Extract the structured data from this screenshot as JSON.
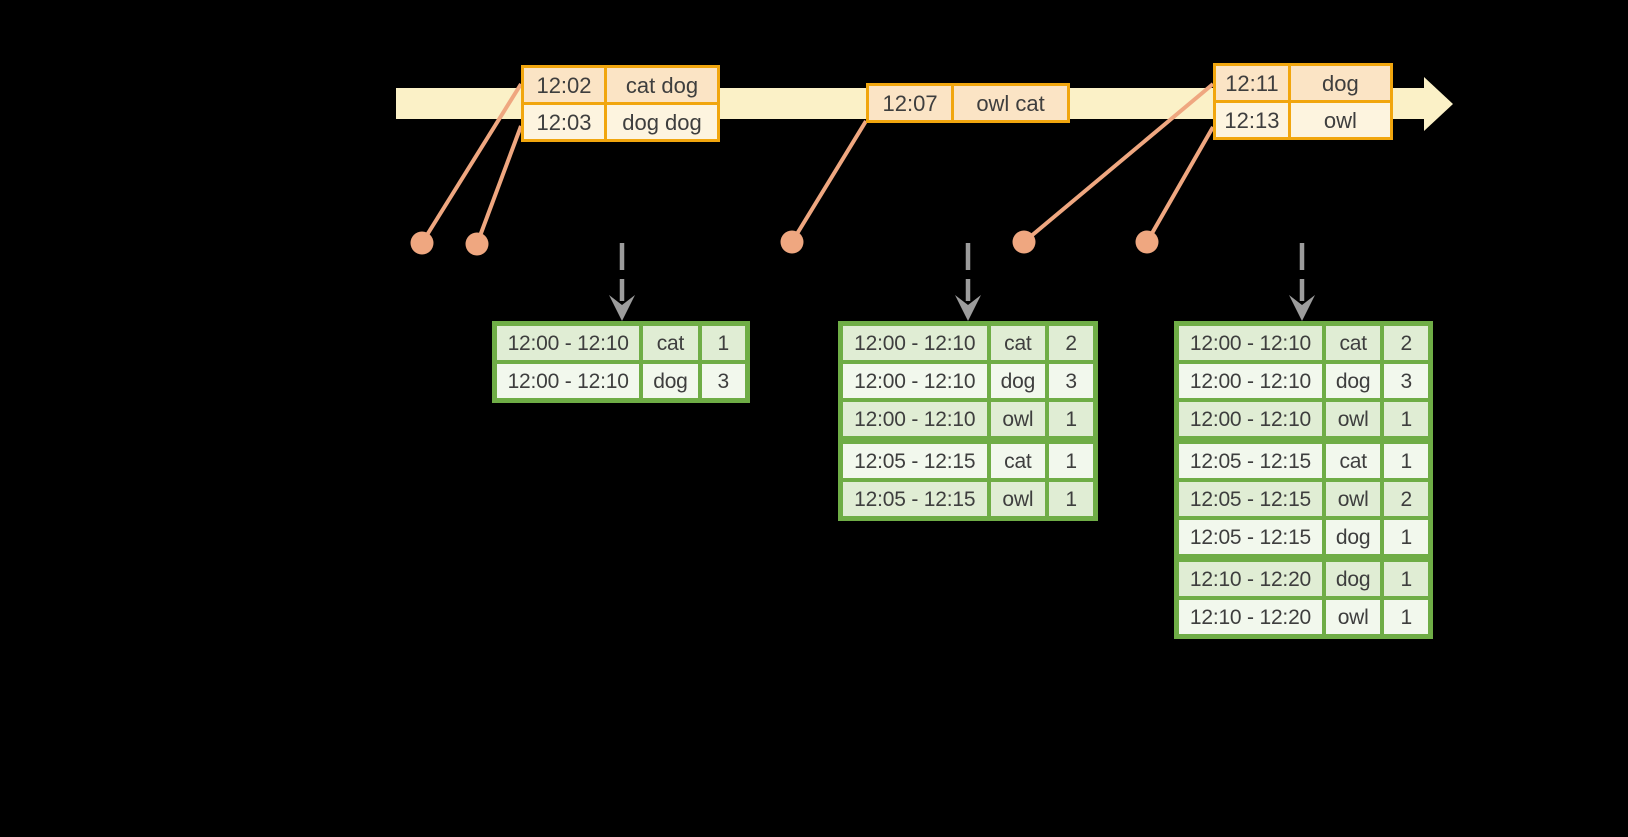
{
  "colors": {
    "background": "#000000",
    "timeline_fill": "#FBF1C7",
    "event_box_border": "#F1A60E",
    "event_row_peach_fill": "#FBE4C5",
    "event_row_cream_fill": "#FDF4DF",
    "connector_salmon": "#EFA780",
    "trigger_arrow_gray": "#9C9C9C",
    "table_border_green": "#6FAD46",
    "table_row_dark_fill": "#E0EDD4",
    "table_row_light_fill": "#F2F8ED",
    "text": "#3E3E3E"
  },
  "event_boxes": [
    {
      "rows": [
        {
          "time": "12:02",
          "words": "cat dog"
        },
        {
          "time": "12:03",
          "words": "dog dog"
        }
      ]
    },
    {
      "rows": [
        {
          "time": "12:07",
          "words": "owl cat"
        }
      ]
    },
    {
      "rows": [
        {
          "time": "12:11",
          "words": "dog"
        },
        {
          "time": "12:13",
          "words": "owl"
        }
      ]
    }
  ],
  "result_tables": [
    {
      "group_starts": [
        0
      ],
      "rows": [
        [
          "12:00 - 12:10",
          "cat",
          "1"
        ],
        [
          "12:00 - 12:10",
          "dog",
          "3"
        ]
      ]
    },
    {
      "group_starts": [
        0,
        3
      ],
      "rows": [
        [
          "12:00 - 12:10",
          "cat",
          "2"
        ],
        [
          "12:00 - 12:10",
          "dog",
          "3"
        ],
        [
          "12:00 - 12:10",
          "owl",
          "1"
        ],
        [
          "12:05 - 12:15",
          "cat",
          "1"
        ],
        [
          "12:05 - 12:15",
          "owl",
          "1"
        ]
      ]
    },
    {
      "group_starts": [
        0,
        3,
        6
      ],
      "rows": [
        [
          "12:00 - 12:10",
          "cat",
          "2"
        ],
        [
          "12:00 - 12:10",
          "dog",
          "3"
        ],
        [
          "12:00 - 12:10",
          "owl",
          "1"
        ],
        [
          "12:05 - 12:15",
          "cat",
          "1"
        ],
        [
          "12:05 - 12:15",
          "owl",
          "2"
        ],
        [
          "12:05 - 12:15",
          "dog",
          "1"
        ],
        [
          "12:10 - 12:20",
          "dog",
          "1"
        ],
        [
          "12:10 - 12:20",
          "owl",
          "1"
        ]
      ]
    }
  ]
}
